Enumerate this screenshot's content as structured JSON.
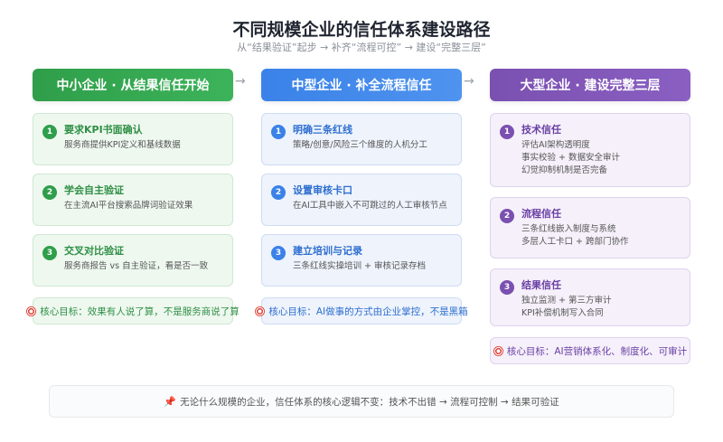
{
  "title": "不同规模企业的信任体系建设路径",
  "subtitle": "从“结果验证”起步 → 补齐“流程可控” → 建设“完整三层”",
  "arrow": "→",
  "columns": [
    {
      "header": "中小企业 · 从结果信任开始",
      "cards": [
        {
          "num": "1",
          "title": "要求KPI书面确认",
          "desc": "服务商提供KPI定义和基线数据"
        },
        {
          "num": "2",
          "title": "学会自主验证",
          "desc": "在主流AI平台搜索品牌词验证效果"
        },
        {
          "num": "3",
          "title": "交叉对比验证",
          "desc": "服务商报告 vs 自主验证，看是否一致"
        }
      ],
      "goal": "核心目标：效果有人说了算，不是服务商说了算"
    },
    {
      "header": "中型企业 · 补全流程信任",
      "cards": [
        {
          "num": "1",
          "title": "明确三条红线",
          "desc": "策略/创意/风险三个维度的人机分工"
        },
        {
          "num": "2",
          "title": "设置审核卡口",
          "desc": "在AI工具中嵌入不可跳过的人工审核节点"
        },
        {
          "num": "3",
          "title": "建立培训与记录",
          "desc": "三条红线实操培训 + 审核记录存档"
        }
      ],
      "goal": "核心目标：AI做事的方式由企业掌控，不是黑箱"
    },
    {
      "header": "大型企业 · 建设完整三层",
      "cards": [
        {
          "num": "1",
          "title": "技术信任",
          "desc_lines": [
            "评估AI架构透明度",
            "事实校验 + 数据安全审计",
            "幻觉抑制机制是否完备"
          ]
        },
        {
          "num": "2",
          "title": "流程信任",
          "desc_lines": [
            "三条红线嵌入制度与系统",
            "多层人工卡口 + 跨部门协作"
          ]
        },
        {
          "num": "3",
          "title": "结果信任",
          "desc_lines": [
            "独立监测 + 第三方审计",
            "KPI补偿机制写入合同"
          ]
        }
      ],
      "goal": "核心目标：AI营销体系化、制度化、可审计"
    }
  ],
  "footer": "无论什么规模的企业，信任体系的核心逻辑不变：技术不出错 → 流程可控制 → 结果可验证",
  "colors": {
    "green": "#2f9e4a",
    "blue": "#3a82e8",
    "purple": "#7a50b0"
  }
}
